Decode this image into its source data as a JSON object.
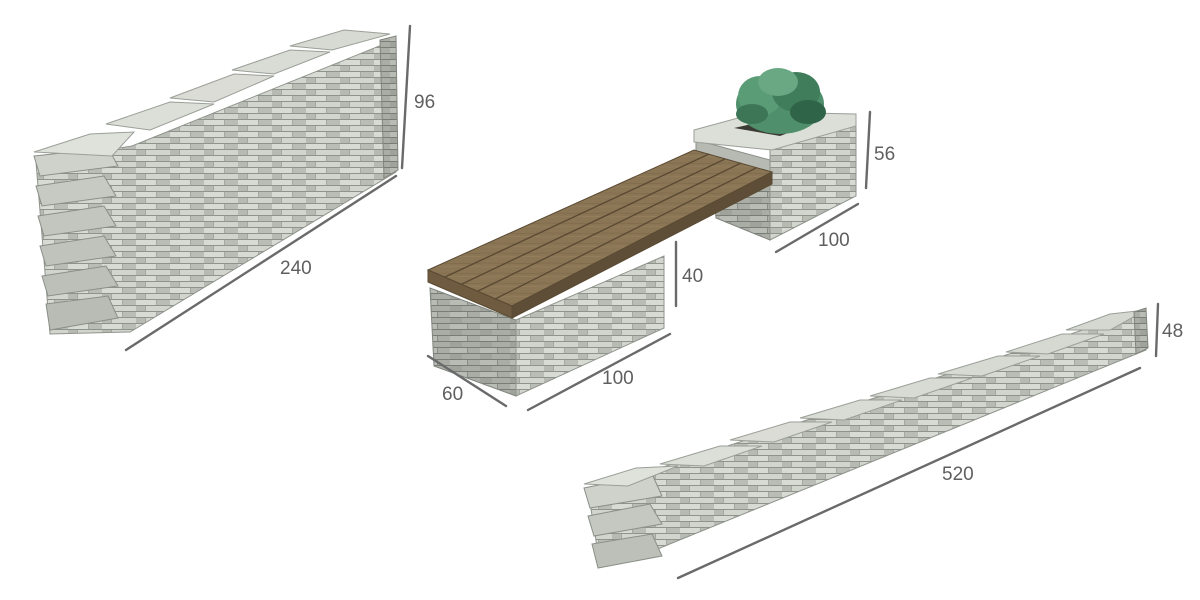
{
  "colors": {
    "stone_light": "#dcdfd8",
    "stone_mid": "#c3c7bf",
    "stone_dark": "#8d928b",
    "stone_shadow": "#6f736d",
    "wood_top": "#8a7555",
    "wood_side": "#6e5b40",
    "wood_slat_line": "#5a4a33",
    "plant_green": "#4f8f6b",
    "plant_dark": "#2f6448",
    "dimension_line": "#6a6a6a",
    "dimension_text": "#5f5f5f"
  },
  "dimensions": {
    "tall_wall_height": "96",
    "tall_wall_length": "240",
    "planter_height": "56",
    "planter_length": "100",
    "bench_height": "40",
    "bench_depth": "60",
    "bench_length": "100",
    "long_wall_height": "48",
    "long_wall_length": "520"
  }
}
